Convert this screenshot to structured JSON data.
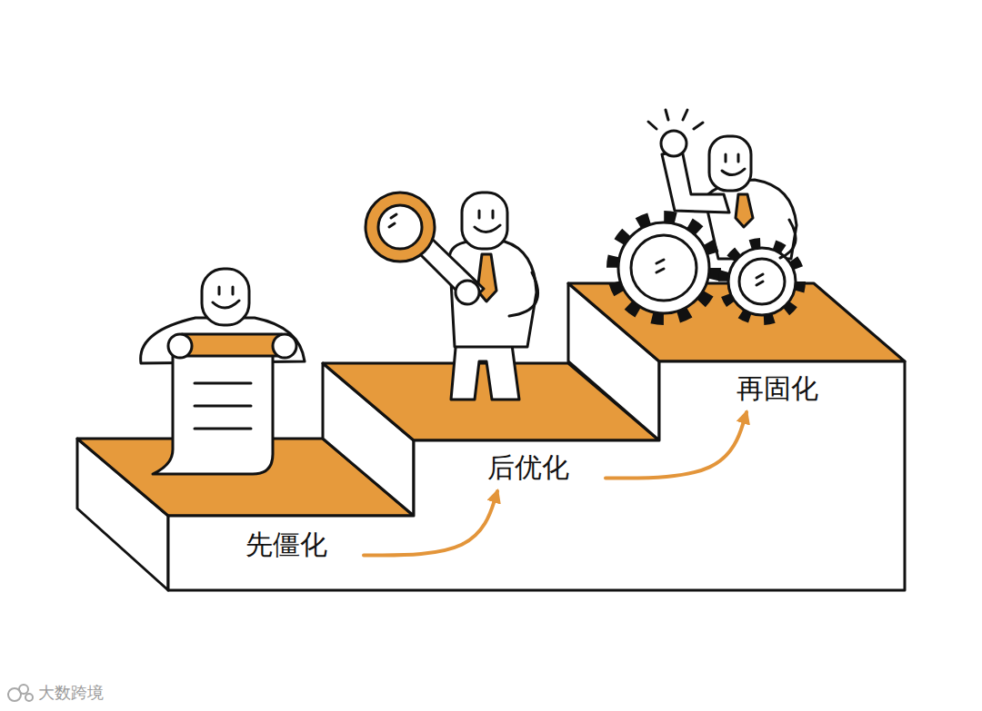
{
  "diagram": {
    "nodes": [
      {
        "text": [
          "先僵化"
        ]
      },
      {
        "text": [
          "后优化"
        ]
      },
      {
        "text": [
          "再固化"
        ]
      }
    ],
    "edges": [
      {
        "from": 0,
        "to": 1,
        "arrow": "to"
      },
      {
        "from": 1,
        "to": 2,
        "arrow": "to"
      }
    ],
    "labels": [
      "大数跨境"
    ]
  }
}
